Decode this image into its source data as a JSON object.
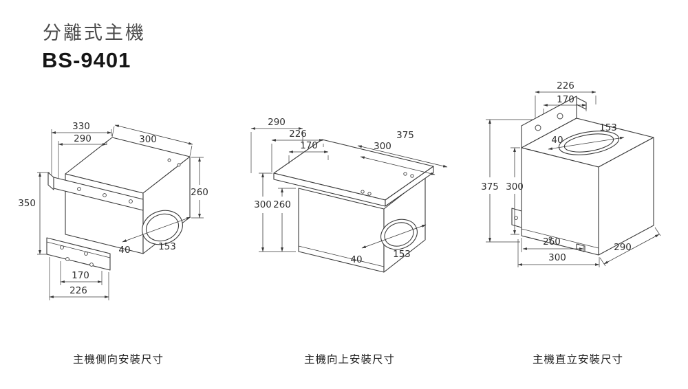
{
  "header": {
    "title": "分離式主機",
    "model": "BS-9401"
  },
  "side": {
    "caption": "主機側向安裝尺寸",
    "d330": "330",
    "d290": "290",
    "d300": "300",
    "d260": "260",
    "d350": "350",
    "d40": "40",
    "d153": "153",
    "d170": "170",
    "d226": "226"
  },
  "up": {
    "caption": "主機向上安裝尺寸",
    "d290": "290",
    "d226": "226",
    "d170": "170",
    "d375": "375",
    "d300_top": "300",
    "d300_left": "300",
    "d260": "260",
    "d40": "40",
    "d153": "153"
  },
  "upright": {
    "caption": "主機直立安裝尺寸",
    "d226": "226",
    "d170": "170",
    "d153": "153",
    "d40": "40",
    "d375": "375",
    "d300_left": "300",
    "d260": "260",
    "d300_bottom": "300",
    "d290": "290"
  }
}
